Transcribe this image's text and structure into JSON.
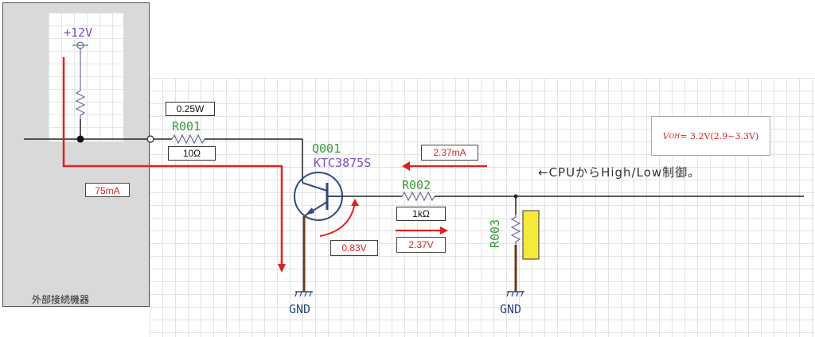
{
  "external_device": {
    "label": "外部接続機器",
    "supply_label": "+12V"
  },
  "r001": {
    "name": "R001",
    "power": "0.25W",
    "resistance": "10Ω"
  },
  "q001": {
    "name": "Q001",
    "part": "KTC3875S"
  },
  "r002": {
    "name": "R002",
    "resistance": "1kΩ"
  },
  "r003": {
    "name": "R003"
  },
  "ground": {
    "label1": "GND",
    "label2": "GND"
  },
  "annotations": {
    "current_75": "75mA",
    "current_237": "2.37mA",
    "vbe": "0.83V",
    "v_r002": "2.37V",
    "cpu_control": "←CPUからHigh/Low制御。",
    "voh_symbol": "V",
    "voh_sub": "OH",
    "voh_value": " = 3.2V(2.9~3.3V)"
  },
  "colors": {
    "wire": "#222222",
    "current": "#e02020",
    "resistor": "#6a6a9a",
    "ground_wire": "#6b3a1a",
    "highlight": "#f5ea3a"
  }
}
